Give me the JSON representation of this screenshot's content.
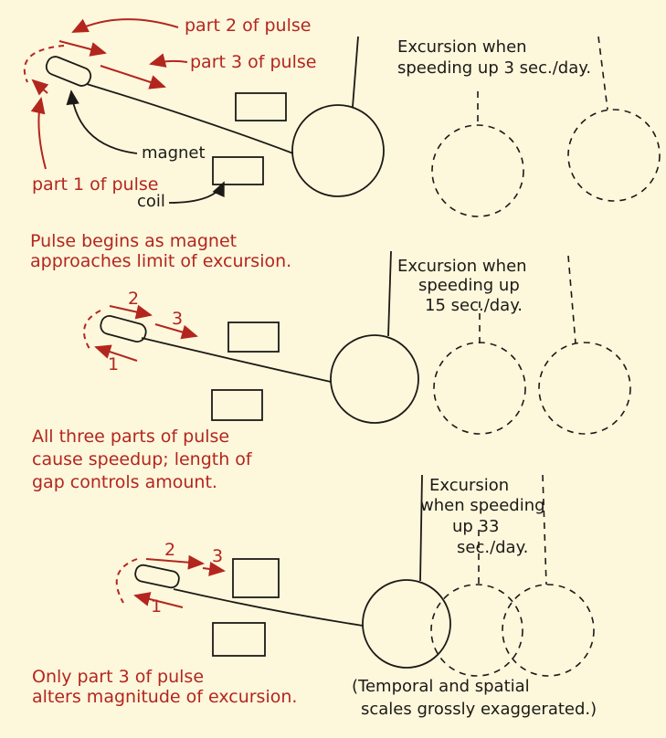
{
  "panel1": {
    "part2": "part 2 of pulse",
    "part3": "part 3 of pulse",
    "part1": "part 1 of pulse",
    "magnet": "magnet",
    "coil": "coil",
    "caption": [
      "Pulse begins as magnet",
      "approaches limit of excursion."
    ],
    "excursion": [
      "Excursion when",
      "speeding up 3 sec./day."
    ]
  },
  "panel2": {
    "n2": "2",
    "n3": "3",
    "n1": "1",
    "caption": [
      "All three parts of pulse",
      "cause speedup; length of",
      "gap controls amount."
    ],
    "excursion": [
      "Excursion when",
      "speeding up",
      "15 sec./day."
    ]
  },
  "panel3": {
    "n2": "2",
    "n3": "3",
    "n1": "1",
    "caption": [
      "Only part 3 of pulse",
      "alters magnitude of excursion."
    ],
    "excursion": [
      "Excursion",
      "when speeding",
      "up 33",
      "sec./day."
    ],
    "note": [
      "(Temporal and spatial",
      "scales grossly exaggerated.)"
    ]
  },
  "colors": {
    "background": "#fdf7dc",
    "annotation": "#b3261e",
    "ink": "#1c1a16"
  }
}
